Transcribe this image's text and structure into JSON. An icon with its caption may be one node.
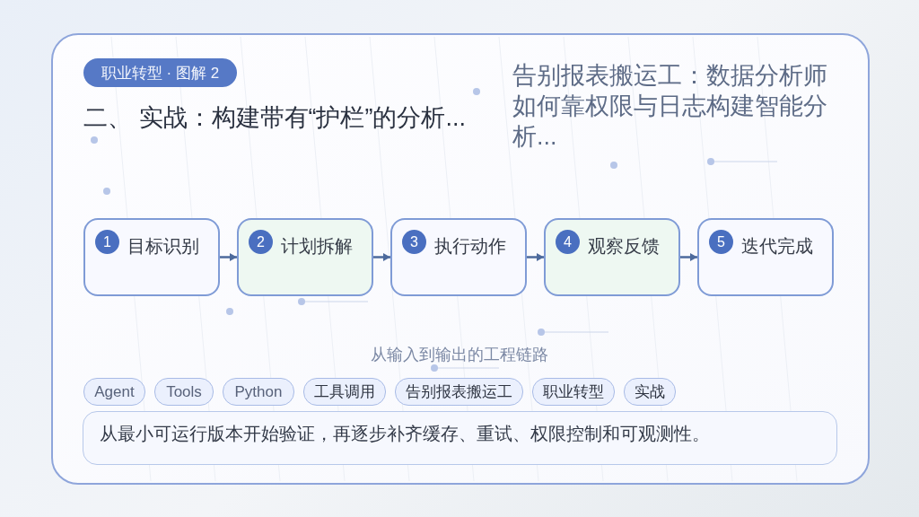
{
  "diagram": {
    "title": "二、 实战：构建带有“护栏”的分析...",
    "caption": "从输入到输出的工程链路",
    "nodes": [
      {
        "text": [
          "职业转型 · 图解 2"
        ]
      },
      {
        "text": [
          "目标识别"
        ]
      },
      {
        "text": [
          "1"
        ],
        "in": 1
      },
      {
        "text": [
          "计划拆解"
        ]
      },
      {
        "text": [
          "2"
        ],
        "in": 3
      },
      {
        "text": [
          "执行动作"
        ]
      },
      {
        "text": [
          "3"
        ],
        "in": 5
      },
      {
        "text": [
          "观察反馈"
        ]
      },
      {
        "text": [
          "4"
        ],
        "in": 7
      },
      {
        "text": [
          "迭代完成"
        ]
      },
      {
        "text": [
          "5"
        ],
        "in": 9
      },
      {
        "text": [
          "Agent"
        ]
      },
      {
        "text": [
          "Tools"
        ]
      },
      {
        "text": [
          "Python"
        ]
      },
      {
        "text": [
          "工具调用"
        ]
      },
      {
        "text": [
          "告别报表搬运工"
        ]
      },
      {
        "text": [
          "职业转型"
        ]
      },
      {
        "text": [
          "实战"
        ]
      },
      {
        "text": [
          "从最小可运行版本开始验证，再逐步补齐缓存、重试、权限控制和可观测性。"
        ]
      }
    ],
    "edges": [
      {
        "from": 1,
        "to": 3,
        "arrow": "to"
      },
      {
        "from": 3,
        "to": 5,
        "arrow": "to"
      },
      {
        "from": 5,
        "to": 7,
        "arrow": "to"
      },
      {
        "from": 7,
        "to": 9,
        "arrow": "to"
      }
    ],
    "labels": [
      "告别报表搬运工：数据分析师如何靠权限与日志构建智能分析..."
    ]
  }
}
